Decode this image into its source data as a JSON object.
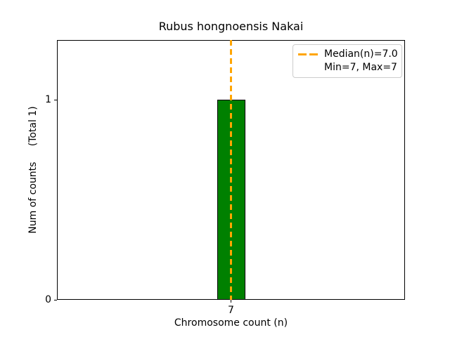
{
  "chart_data": {
    "type": "bar",
    "title": "Rubus hongnoensis Nakai",
    "xlabel": "Chromosome count (n)",
    "ylabel": "Num of counts     (Total 1)",
    "categories": [
      "7"
    ],
    "values": [
      1
    ],
    "total_counts": 1,
    "xticks": [
      "7"
    ],
    "yticks": [
      "0",
      "1"
    ],
    "ylim": [
      0,
      1.3
    ],
    "median": "7.0",
    "min": "7",
    "max": "7",
    "legend": [
      "Median(n)=7.0",
      "Min=7, Max=7"
    ],
    "legend_position": "upper right",
    "grid": false,
    "colors": {
      "bar": "#008000",
      "bar_edge": "#000000",
      "median_line": "#FFA500",
      "background": "#ffffff"
    }
  }
}
